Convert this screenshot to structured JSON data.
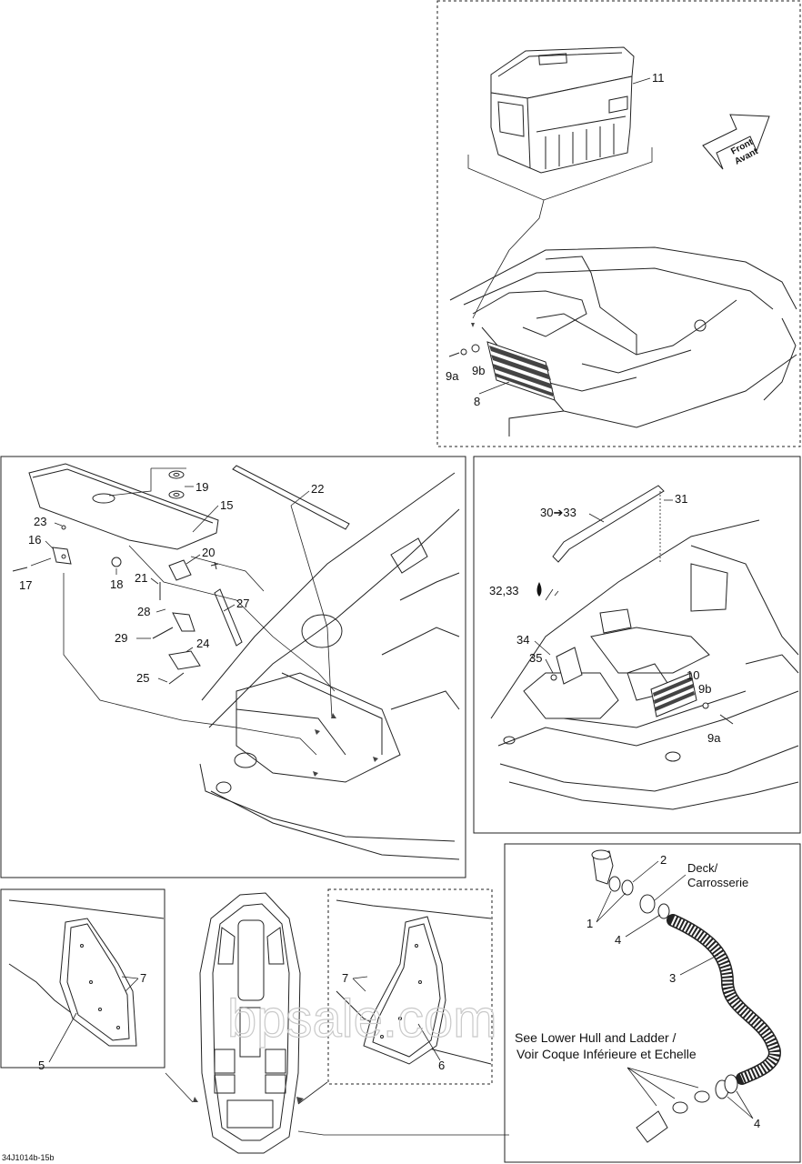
{
  "diagram": {
    "labels": {
      "p11": "11",
      "p9a_top": "9a",
      "p9b_top": "9b",
      "p8": "8",
      "front": "Front",
      "avant": "Avant",
      "p19": "19",
      "p15": "15",
      "p22": "22",
      "p23": "23",
      "p16": "16",
      "p17": "17",
      "p18": "18",
      "p20": "20",
      "p21": "21",
      "p28": "28",
      "p27": "27",
      "p29": "29",
      "p24": "24",
      "p25": "25",
      "p30_33": "30➔33",
      "p31": "31",
      "p32_33": "32,33",
      "p34": "34",
      "p35": "35",
      "p10": "10",
      "p9b_mid": "9b",
      "p9a_mid": "9a",
      "p2": "2",
      "deck": "Deck/",
      "carrosserie": "Carrosserie",
      "p1": "1",
      "p4_top": "4",
      "p3": "3",
      "see_lower": "See Lower Hull and Ladder /",
      "voir_coque": "Voir Coque Inférieure et Echelle",
      "p4_bottom": "4",
      "p7_left": "7",
      "p5": "5",
      "p7_right": "7",
      "p6": "6"
    },
    "watermark": "bpsale.com",
    "drawing_code": "34J1014b-15b"
  }
}
